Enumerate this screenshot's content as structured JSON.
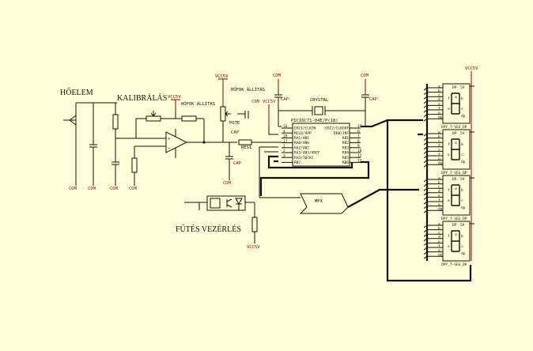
{
  "labels": {
    "hoelem": "HŐELEM",
    "kalibralas": "KALIBRÁLÁS",
    "futes": "FŰTÉS VEZÉRLÉS",
    "hofok1": "HŐFOK ÁLLÍTÁS",
    "hofok2": "HŐFOK ÁLLÍTÁS",
    "pot": "POTE",
    "crystal": "CRYSTAL",
    "mcu": "PIC16C71-04E/P(18)",
    "res": "RES1",
    "mpx": "MPX"
  },
  "power": {
    "vcc": "VCC5V",
    "com": "COM",
    "cap": "CAP"
  },
  "mcu_pins_left": [
    {
      "num": "16",
      "name": "OSC1/CLKIN"
    },
    {
      "num": "4",
      "name": "MCLR/VPP"
    },
    {
      "num": "18",
      "name": "RA1/AN1"
    },
    {
      "num": "17",
      "name": "RA0/AN0"
    },
    {
      "num": "1",
      "name": "RA2/AN2"
    },
    {
      "num": "2",
      "name": "RA3/AN3/VREF"
    },
    {
      "num": "3",
      "name": "RA4/T0CKI"
    },
    {
      "num": "",
      "name": "RB7"
    }
  ],
  "mcu_pins_right": [
    {
      "num": "15",
      "name": "OSC2/CLKOUT"
    },
    {
      "num": "6",
      "name": "RB0/INT"
    },
    {
      "num": "7",
      "name": "RB1"
    },
    {
      "num": "8",
      "name": "RB2"
    },
    {
      "num": "9",
      "name": "RB3"
    },
    {
      "num": "10",
      "name": "RB4"
    },
    {
      "num": "11",
      "name": "RB5"
    },
    {
      "num": "12",
      "name": "RB6"
    }
  ],
  "display": {
    "label": "DPY_7-SEG_DP",
    "pin_labels": [
      "a",
      "b",
      "c",
      "d",
      "e",
      "f",
      "g",
      "dp"
    ],
    "seg_letters": [
      "f",
      "a",
      "e",
      "c",
      "b",
      "dp"
    ]
  }
}
